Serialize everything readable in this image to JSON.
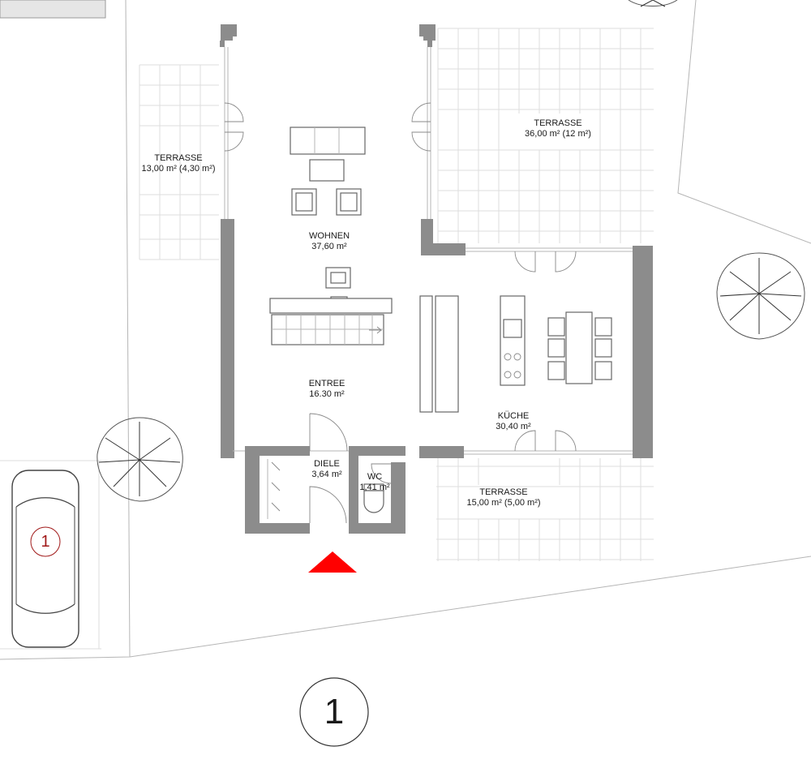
{
  "rooms": {
    "terrasse_west": {
      "name": "TERRASSE",
      "area": "13,00 m² (4,30 m²)"
    },
    "terrasse_north": {
      "name": "TERRASSE",
      "area": "36,00 m² (12 m²)"
    },
    "wohnen": {
      "name": "WOHNEN",
      "area": "37,60 m²"
    },
    "entree": {
      "name": "ENTREE",
      "area": "16.30 m²"
    },
    "kueche": {
      "name": "KÜCHE",
      "area": "30,40 m²"
    },
    "diele": {
      "name": "DIELE",
      "area": "3,64 m²"
    },
    "wc": {
      "name": "WC",
      "area": "1,41 m²"
    },
    "terrasse_south": {
      "name": "TERRASSE",
      "area": "15,00 m² (5,00 m²)"
    }
  },
  "parking": {
    "space_number": "1"
  },
  "level_marker": {
    "label": "1"
  },
  "colors": {
    "wall": "#8c8c8c",
    "entrance_marker": "#ff0000",
    "parking_number": "#a01818"
  },
  "icons": [
    "tree-icon",
    "car-icon",
    "entrance-arrow-icon"
  ]
}
